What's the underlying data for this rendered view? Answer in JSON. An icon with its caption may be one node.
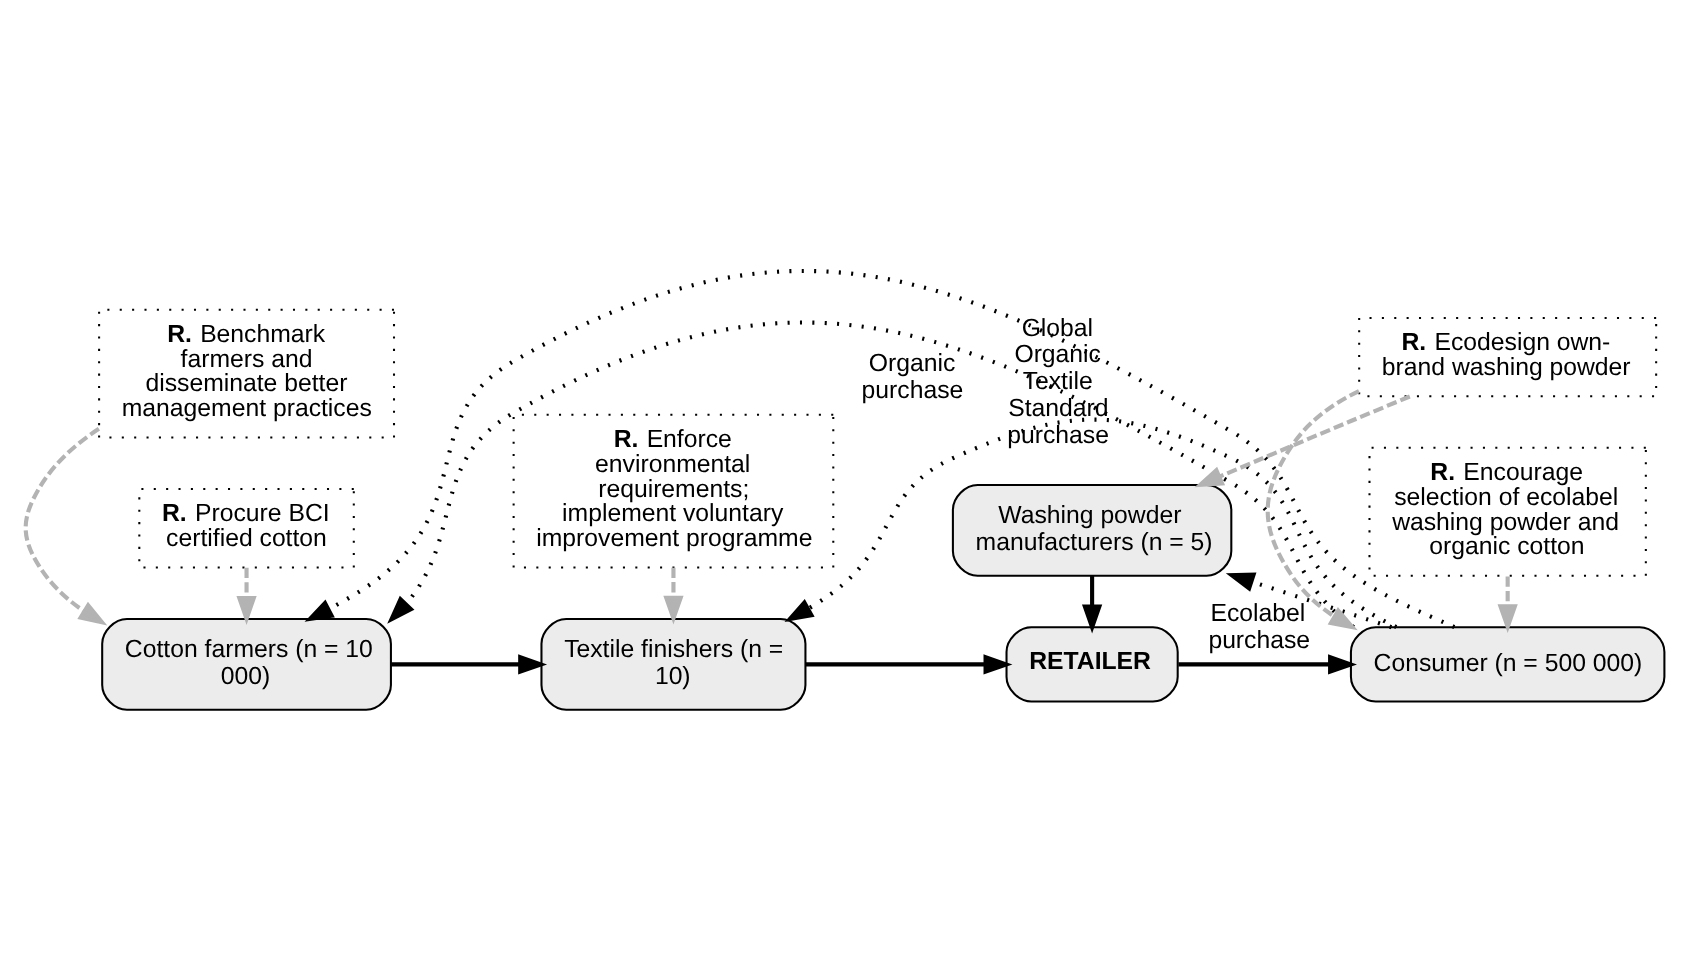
{
  "diagram": {
    "nodes": [
      {
        "text": [
          "**R.** Benchmark farmers and disseminate better management practices"
        ]
      },
      {
        "text": [
          "**R.** Enforce environmental requirements; implement voluntary improvement programme"
        ]
      },
      {
        "text": [
          "**R.** Encourage selection of ecolabel washing powder and organic cotton"
        ]
      },
      {
        "text": [
          "Cotton farmers (n = 10 000)"
        ]
      },
      {
        "text": [
          "Textile finishers (n = 10)"
        ]
      },
      {
        "text": [
          "RETAILER"
        ]
      },
      {
        "text": [
          "Consumer (n = 500 000)"
        ]
      },
      {
        "text": [
          "**R.** Procure BCI certified cotton"
        ]
      },
      {
        "text": [
          "Washing powder manufacturers (n = 5)"
        ]
      },
      {
        "text": [
          "**R.** Ecodesign own-brand washing powder"
        ]
      }
    ],
    "edges": [
      {
        "from": 3,
        "to": 4,
        "arrow": "to"
      },
      {
        "from": 4,
        "to": 5,
        "arrow": "to"
      },
      {
        "from": 5,
        "to": 6,
        "arrow": "to"
      },
      {
        "from": 8,
        "to": 5,
        "arrow": "to"
      },
      {
        "from": 0,
        "to": 3,
        "arrow": "to",
        "style": "dashed",
        "color": "#b3b3b3"
      },
      {
        "from": 1,
        "to": 4,
        "arrow": "to",
        "style": "dashed",
        "color": "#b3b3b3"
      },
      {
        "from": 2,
        "to": 6,
        "arrow": "to",
        "style": "dashed",
        "color": "#b3b3b3"
      },
      {
        "from": 7,
        "to": 3,
        "arrow": "to",
        "style": "dashed",
        "color": "#b3b3b3"
      },
      {
        "from": 9,
        "to": 6,
        "arrow": "to",
        "style": "dashed",
        "color": "#b3b3b3"
      },
      {
        "from": 9,
        "to": 8,
        "arrow": "to",
        "style": "dashed",
        "color": "#b3b3b3"
      },
      {
        "from": 6,
        "to": 3,
        "arrow": "to",
        "style": "dashed",
        "label": "Organic purchase"
      },
      {
        "from": 6,
        "to": 3,
        "arrow": "to",
        "style": "dashed",
        "label": "Global Organic Textile Standard purchase"
      },
      {
        "from": 6,
        "to": 4,
        "arrow": "to",
        "style": "dashed"
      },
      {
        "from": 6,
        "to": 8,
        "arrow": "to",
        "style": "dashed",
        "label": "Ecolabel purchase"
      }
    ]
  }
}
